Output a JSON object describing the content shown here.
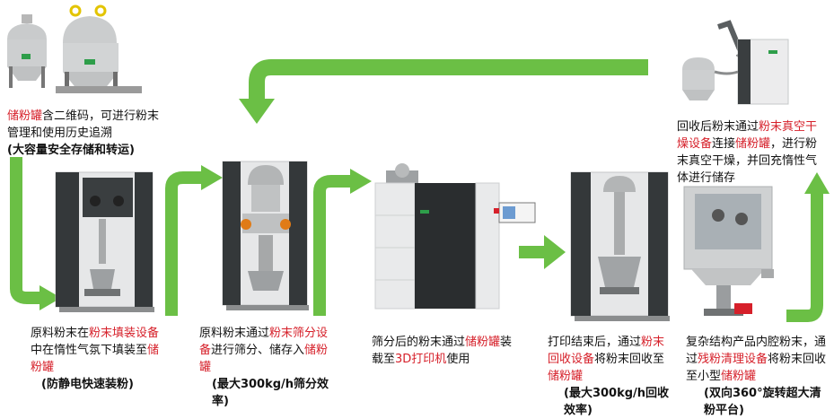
{
  "colors": {
    "arrow": "#6bbf45",
    "highlight": "#d6202a",
    "machine_dark": "#2f3335",
    "machine_light": "#e9eaeb"
  },
  "steps": [
    {
      "id": "storage",
      "parts": [
        {
          "t": "储粉罐",
          "red": true
        },
        {
          "t": "含二维码，可进行粉末管理和使用历史追溯",
          "red": false
        }
      ],
      "note": "(大容量安全存储和转运)"
    },
    {
      "id": "loading",
      "parts": [
        {
          "t": "原料粉末在",
          "red": false
        },
        {
          "t": "粉末填装设备",
          "red": true
        },
        {
          "t": "中在惰性气氛下填装至",
          "red": false
        },
        {
          "t": "储粉罐",
          "red": true
        }
      ],
      "note": "(防静电快速装粉)"
    },
    {
      "id": "sieving",
      "parts": [
        {
          "t": "原料粉末通过",
          "red": false
        },
        {
          "t": "粉末筛分设备",
          "red": true
        },
        {
          "t": "进行筛分、储存入",
          "red": false
        },
        {
          "t": "储粉罐",
          "red": true
        }
      ],
      "note": "(最大300kg/h筛分效率)"
    },
    {
      "id": "printing",
      "parts": [
        {
          "t": "筛分后的粉末通过",
          "red": false
        },
        {
          "t": "储粉罐",
          "red": true
        },
        {
          "t": "装载至",
          "red": false
        },
        {
          "t": "3D打印机",
          "red": true
        },
        {
          "t": "使用",
          "red": false
        }
      ],
      "note": ""
    },
    {
      "id": "recovery",
      "parts": [
        {
          "t": "打印结束后，通过",
          "red": false
        },
        {
          "t": "粉末回收设备",
          "red": true
        },
        {
          "t": "将粉末回收至",
          "red": false
        },
        {
          "t": "储粉罐",
          "red": true
        }
      ],
      "note": "(最大300kg/h回收效率)"
    },
    {
      "id": "cleaning",
      "parts": [
        {
          "t": "复杂结构产品内腔粉末，通过",
          "red": false
        },
        {
          "t": "残粉清理设备",
          "red": true
        },
        {
          "t": "将粉末回收至小型",
          "red": false
        },
        {
          "t": "储粉罐",
          "red": true
        }
      ],
      "note": "(双向360°旋转超大清粉平台)"
    },
    {
      "id": "drying",
      "parts": [
        {
          "t": "回收后粉末通过",
          "red": false
        },
        {
          "t": "粉末真空干燥设备",
          "red": true
        },
        {
          "t": "连接",
          "red": false
        },
        {
          "t": "储粉罐",
          "red": true
        },
        {
          "t": "，进行粉末真空干燥，并回充惰性气体进行储存",
          "red": false
        }
      ],
      "note": ""
    }
  ]
}
